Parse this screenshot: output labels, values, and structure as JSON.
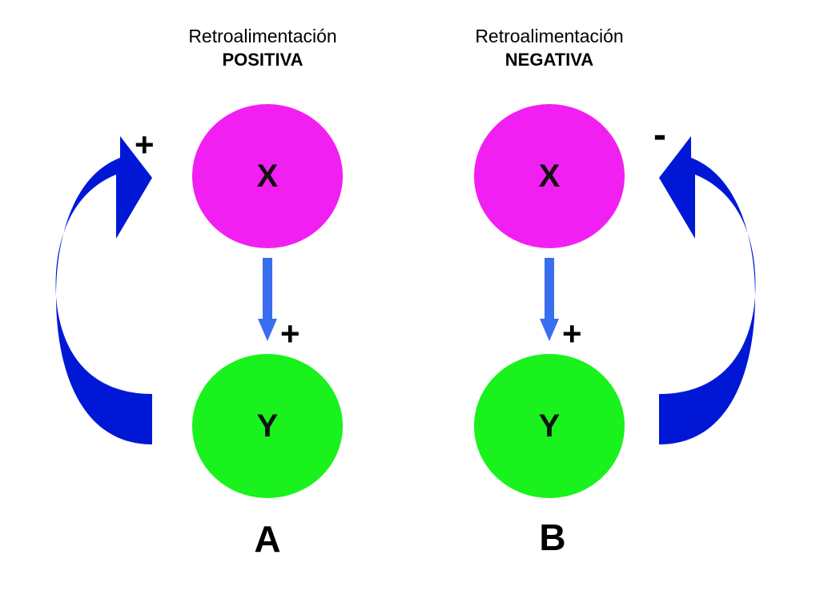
{
  "colors": {
    "node_x": "#f21ff2",
    "node_y": "#19f21c",
    "feedback_arrow": "#0018d6",
    "feedback_arrow_dark": "#0010b0",
    "influence_arrow": "#3a6ef0"
  },
  "panels": [
    {
      "id": "A",
      "heading_line1": "Retroalimentación",
      "heading_line2": "POSITIVA",
      "node_top": "X",
      "node_bottom": "Y",
      "influence_sign": "+",
      "feedback_sign": "+",
      "panel_label": "A"
    },
    {
      "id": "B",
      "heading_line1": "Retroalimentación",
      "heading_line2": "NEGATIVA",
      "node_top": "X",
      "node_bottom": "Y",
      "influence_sign": "+",
      "feedback_sign": "-",
      "panel_label": "B"
    }
  ]
}
